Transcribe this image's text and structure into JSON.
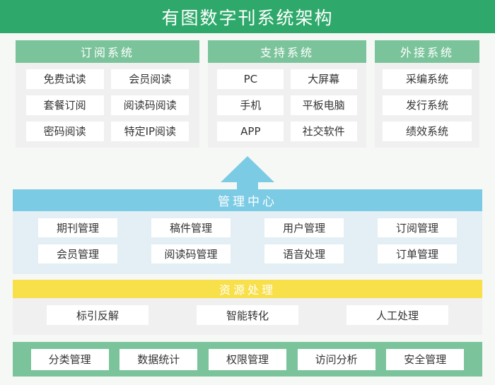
{
  "title": {
    "text": "有图数字刊系统架构"
  },
  "colors": {
    "title_bar": "#2fa96b",
    "panel_header_green": "#7bc49b",
    "panel_body_gray": "#f0f0f0",
    "mgmt_header_blue": "#7ccbe4",
    "mgmt_body_blue": "#e3eff4",
    "resource_header_yellow": "#f7e04a",
    "page_background": "#f6f8f5",
    "cell_text": "#333333"
  },
  "top_panels": [
    {
      "header": "订阅系统",
      "items": [
        "免费试读",
        "会员阅读",
        "套餐订阅",
        "阅读码阅读",
        "密码阅读",
        "特定IP阅读"
      ]
    },
    {
      "header": "支持系统",
      "items": [
        "PC",
        "大屏幕",
        "手机",
        "平板电脑",
        "APP",
        "社交软件"
      ]
    },
    {
      "header": "外接系统",
      "items": [
        "采编系统",
        "发行系统",
        "绩效系统"
      ]
    }
  ],
  "arrow": {
    "direction": "up",
    "color": "#7ccbe4"
  },
  "management_center": {
    "header": "管理中心",
    "items": [
      "期刊管理",
      "稿件管理",
      "用户管理",
      "订阅管理",
      "会员管理",
      "阅读码管理",
      "语音处理",
      "订单管理"
    ]
  },
  "resource_processing": {
    "header": "资源处理",
    "items": [
      "标引反解",
      "智能转化",
      "人工处理"
    ]
  },
  "bottom_bar": {
    "items": [
      "分类管理",
      "数据统计",
      "权限管理",
      "访问分析",
      "安全管理"
    ]
  }
}
